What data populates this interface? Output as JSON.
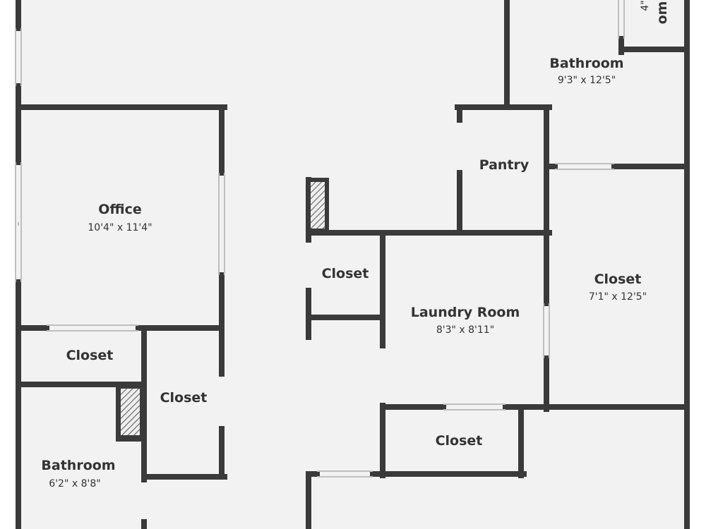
{
  "colors": {
    "floor": "#f2f2f2",
    "wall": "#3a3a3a",
    "opening": "#ffffff",
    "text": "#333333",
    "outside": "#ffffff"
  },
  "rooms": {
    "office": {
      "name": "Office",
      "dims": "10'4\" x 11'4\""
    },
    "bathroom_top": {
      "name": "Bathroom",
      "dims": "9'3\" x 12'5\""
    },
    "bedroom_partial": {
      "name": "om",
      "dims": "4\""
    },
    "pantry": {
      "name": "Pantry"
    },
    "closet_center": {
      "name": "Closet"
    },
    "laundry": {
      "name": "Laundry Room",
      "dims": "8'3\" x 8'11\""
    },
    "closet_right": {
      "name": "Closet",
      "dims": "7'1\" x 12'5\""
    },
    "closet_office": {
      "name": "Closet"
    },
    "closet_hall": {
      "name": "Closet"
    },
    "bathroom_bottom": {
      "name": "Bathroom",
      "dims": "6'2\" x 8'8\""
    },
    "closet_laundry": {
      "name": "Closet"
    }
  }
}
